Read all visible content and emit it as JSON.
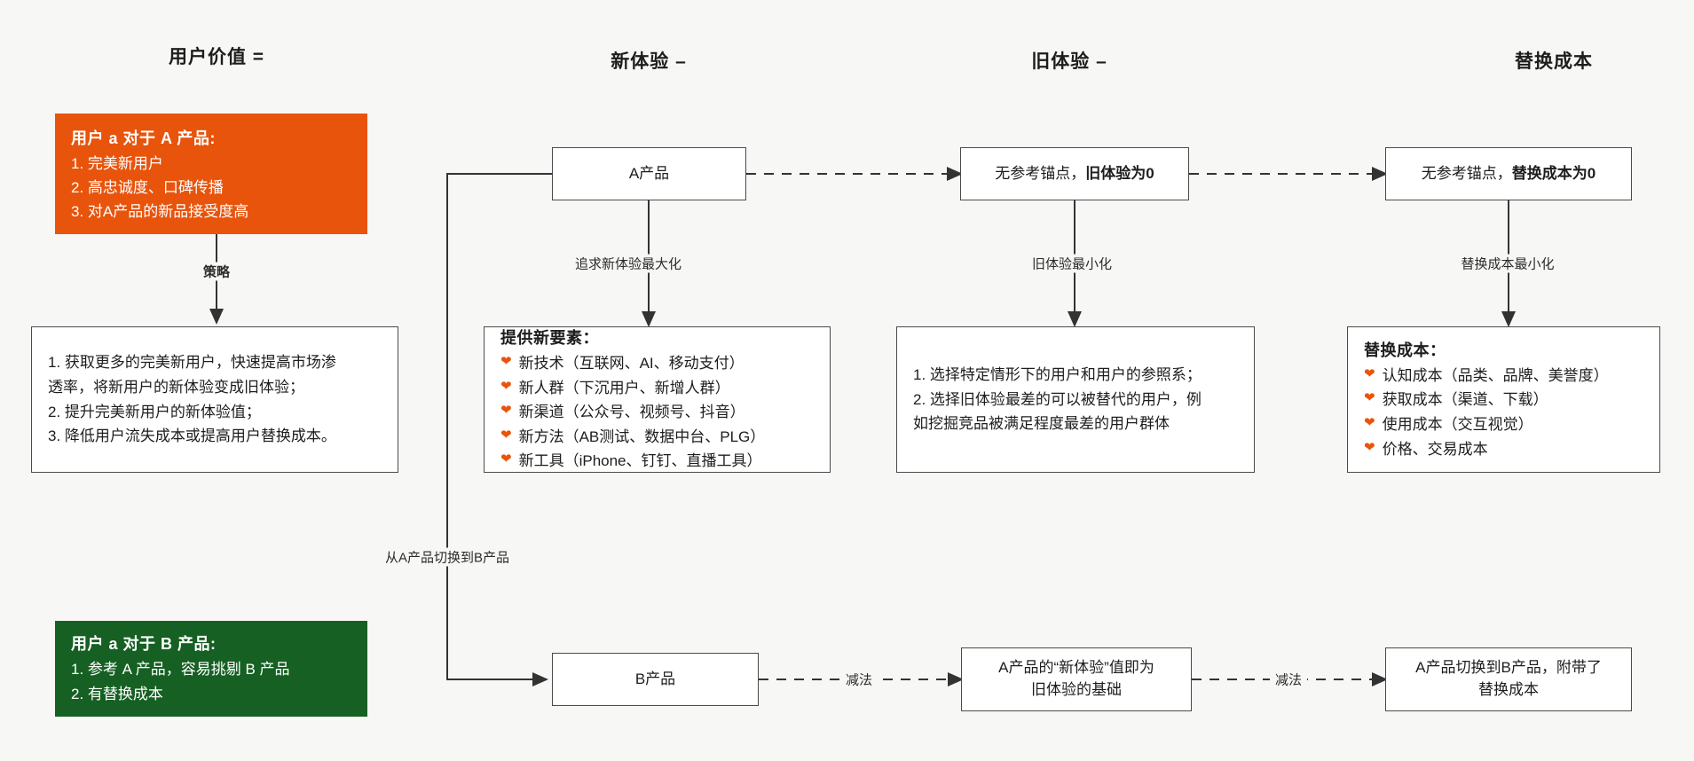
{
  "palette": {
    "background": "#f7f7f5",
    "orange": "#e8540c",
    "green": "#156022",
    "stroke": "#4a4a4a",
    "text": "#1d1d1d"
  },
  "columns": [
    {
      "id": "user-value",
      "label": "用户价值 ="
    },
    {
      "id": "new-experience",
      "label": "新体验 –"
    },
    {
      "id": "old-experience",
      "label": "旧体验 –"
    },
    {
      "id": "switching-cost",
      "label": "替换成本"
    }
  ],
  "user_a_product_a": {
    "title": "用户 a 对于 A 产品:",
    "lines": [
      "1. 完美新用户",
      "2. 高忠诚度、口碑传播",
      "3. 对A产品的新品接受度高"
    ]
  },
  "user_a_product_b": {
    "title": "用户 a 对于 B 产品:",
    "lines": [
      "1. 参考 A 产品，容易挑剔 B 产品",
      "2. 有替换成本"
    ]
  },
  "strategy": {
    "arrow_label": "策略",
    "lines": [
      "1. 获取更多的完美新用户，快速提高市场渗",
      "透率，将新用户的新体验变成旧体验；",
      "2. 提升完美新用户的新体验值；",
      "3. 降低用户流失成本或提高用户替换成本。"
    ]
  },
  "top_row": {
    "product_a": "A产品",
    "old_experience_anchor": {
      "prefix": "无参考锚点，",
      "bold": "旧体验为0"
    },
    "switching_cost_anchor": {
      "prefix": "无参考锚点，",
      "bold": "替换成本为0"
    }
  },
  "vertical_labels": {
    "maximize_new_experience": "追求新体验最大化",
    "minimize_old_experience": "旧体验最小化",
    "minimize_switching_cost": "替换成本最小化"
  },
  "new_elements_card": {
    "title": "提供新要素：",
    "items": [
      "新技术（互联网、AI、移动支付）",
      "新人群（下沉用户、新增人群）",
      "新渠道（公众号、视频号、抖音）",
      "新方法（AB测试、数据中台、PLG）",
      "新工具（iPhone、钉钉、直播工具）"
    ],
    "bullet_icon": "heart-icon"
  },
  "old_experience_card": {
    "lines": [
      "1. 选择特定情形下的用户和用户的参照系；",
      "2. 选择旧体验最差的可以被替代的用户，例",
      "如挖掘竞品被满足程度最差的用户群体"
    ]
  },
  "switching_cost_card": {
    "title": "替换成本：",
    "items": [
      "认知成本（品类、品牌、美誉度）",
      "获取成本（渠道、下载）",
      "使用成本（交互视觉）",
      "价格、交易成本"
    ],
    "bullet_icon": "heart-icon"
  },
  "switch_path_label": "从A产品切换到B产品",
  "bottom_row": {
    "product_b": "B产品",
    "subtraction_label_1": "减法",
    "subtraction_label_2": "减法",
    "new_experience_basis": [
      "A产品的“新体验”值即为",
      "旧体验的基础"
    ],
    "switch_with_cost": [
      "A产品切换到B产品，附带了",
      "替换成本"
    ]
  }
}
